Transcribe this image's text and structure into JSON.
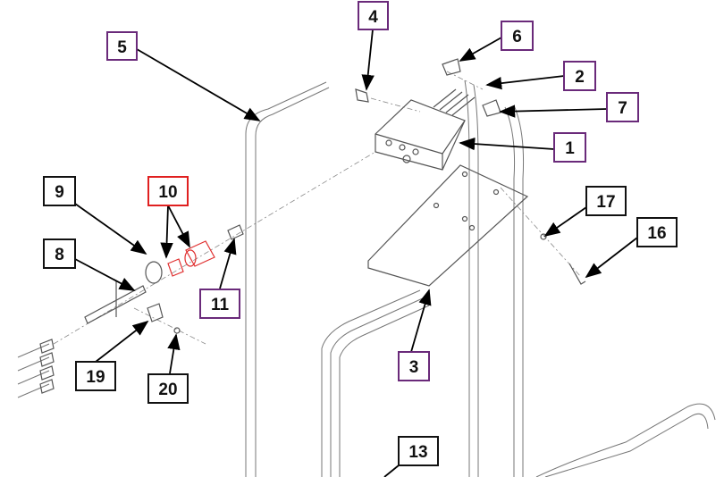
{
  "colors": {
    "callout_purple": "#6a2a7a",
    "callout_black": "#111111",
    "callout_red": "#e02020",
    "highlighted_part": "#e03030"
  },
  "callouts": [
    {
      "id": "1",
      "text": "1",
      "border": "purple"
    },
    {
      "id": "2",
      "text": "2",
      "border": "purple"
    },
    {
      "id": "3",
      "text": "3",
      "border": "purple"
    },
    {
      "id": "4",
      "text": "4",
      "border": "purple"
    },
    {
      "id": "5",
      "text": "5",
      "border": "purple"
    },
    {
      "id": "6",
      "text": "6",
      "border": "purple"
    },
    {
      "id": "7",
      "text": "7",
      "border": "purple"
    },
    {
      "id": "8",
      "text": "8",
      "border": "black"
    },
    {
      "id": "9",
      "text": "9",
      "border": "black"
    },
    {
      "id": "10",
      "text": "10",
      "border": "red"
    },
    {
      "id": "11",
      "text": "11",
      "border": "purple"
    },
    {
      "id": "13",
      "text": "13",
      "border": "black"
    },
    {
      "id": "16",
      "text": "16",
      "border": "black"
    },
    {
      "id": "17",
      "text": "17",
      "border": "black"
    },
    {
      "id": "19",
      "text": "19",
      "border": "black"
    },
    {
      "id": "20",
      "text": "20",
      "border": "black"
    }
  ]
}
